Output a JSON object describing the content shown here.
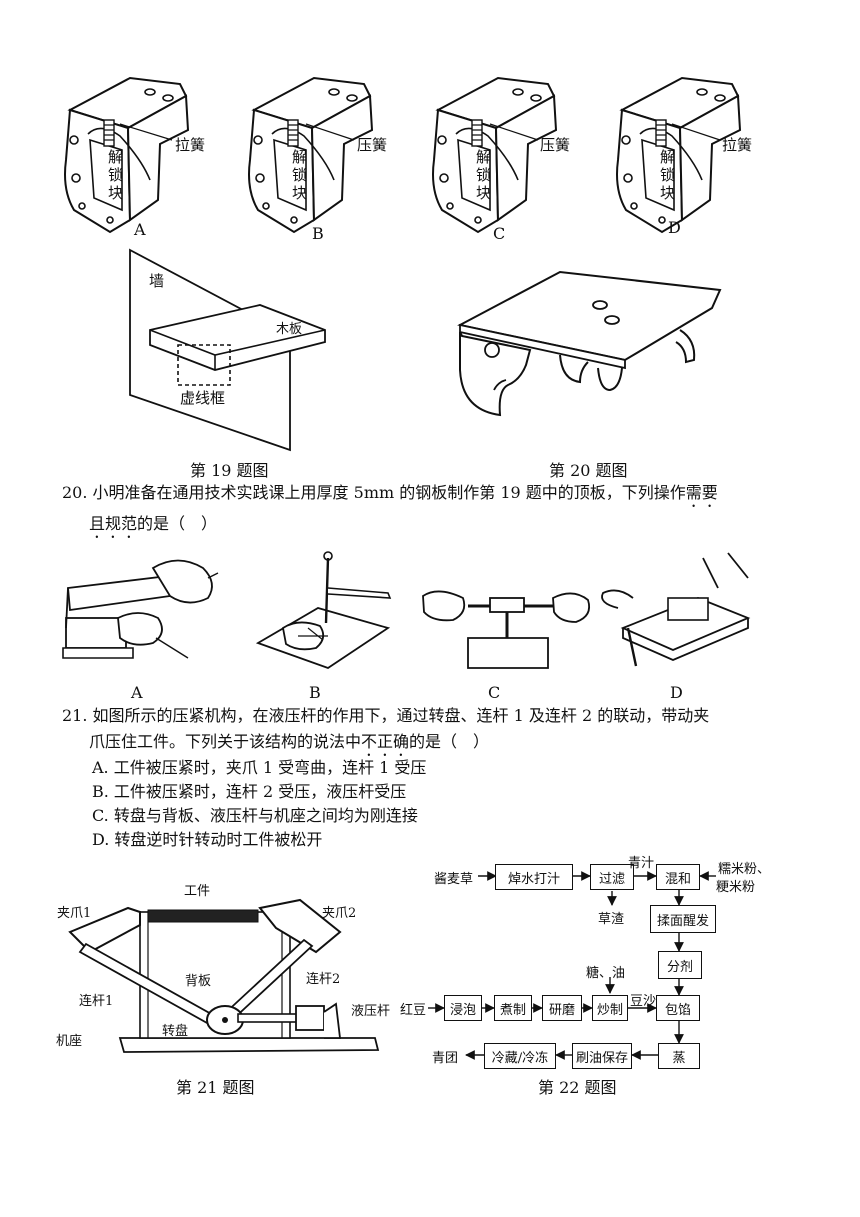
{
  "q19_options": {
    "A": {
      "label": "A",
      "spring": "拉簧",
      "block": [
        "解",
        "锁",
        "块"
      ]
    },
    "B": {
      "label": "B",
      "spring": "压簧",
      "block": [
        "解",
        "锁",
        "块"
      ]
    },
    "C": {
      "label": "C",
      "spring": "压簧",
      "block": [
        "解",
        "锁",
        "块"
      ]
    },
    "D": {
      "label": "D",
      "spring": "拉簧",
      "block": [
        "解",
        "锁",
        "块"
      ]
    }
  },
  "fig19": {
    "wall": "墙",
    "board": "木板",
    "dashed_box": "虚线框",
    "caption": "第 19 题图"
  },
  "fig20": {
    "caption": "第 20 题图"
  },
  "q20": {
    "number": "20.",
    "text_part1": "小明准备在通用技术实践课上用厚度 5mm 的钢板制作第 19 题中的顶板，下列操作",
    "emph1": "需要",
    "emph2": "且规范",
    "text_part2": "的是（　）",
    "options": [
      "A",
      "B",
      "C",
      "D"
    ]
  },
  "q21": {
    "number": "21.",
    "line1": "如图所示的压紧机构，在液压杆的作用下，通过转盘、连杆 1 及连杆 2 的联动，带动夹",
    "line2_pre": "爪压住工件。下列关于该结构的说法中",
    "line2_emph": "不正确",
    "line2_post": "的是（　）",
    "options": [
      "A. 工件被压紧时，夹爪 1 受弯曲，连杆 1 受压",
      "B. 工件被压紧时，连杆 2 受压，液压杆受压",
      "C. 转盘与背板、液压杆与机座之间均为刚连接",
      "D. 转盘逆时针转动时工件被松开"
    ]
  },
  "fig21": {
    "workpiece": "工件",
    "claw1": "夹爪1",
    "claw2": "夹爪2",
    "backplate": "背板",
    "link1": "连杆1",
    "link2": "连杆2",
    "hydraulic": "液压杆",
    "turntable": "转盘",
    "base": "机座",
    "caption": "第 21 题图"
  },
  "fig22": {
    "caption": "第 22 题图",
    "nodes": {
      "input1": "酱麦草",
      "blanch": "焯水打汁",
      "filter": "过滤",
      "juice": "青汁",
      "residue": "草渣",
      "mix": "混和",
      "flour1": "糯米粉、",
      "flour2": "粳米粉",
      "knead": "揉面醒发",
      "divide": "分剂",
      "sugar_oil": "糖、油",
      "redbean": "红豆",
      "soak": "浸泡",
      "boil": "煮制",
      "grind": "研磨",
      "fry": "炒制",
      "paste": "豆沙",
      "fill": "包馅",
      "steam": "蒸",
      "oil": "刷油保存",
      "cool": "冷藏/冷冻",
      "output": "青团"
    }
  }
}
